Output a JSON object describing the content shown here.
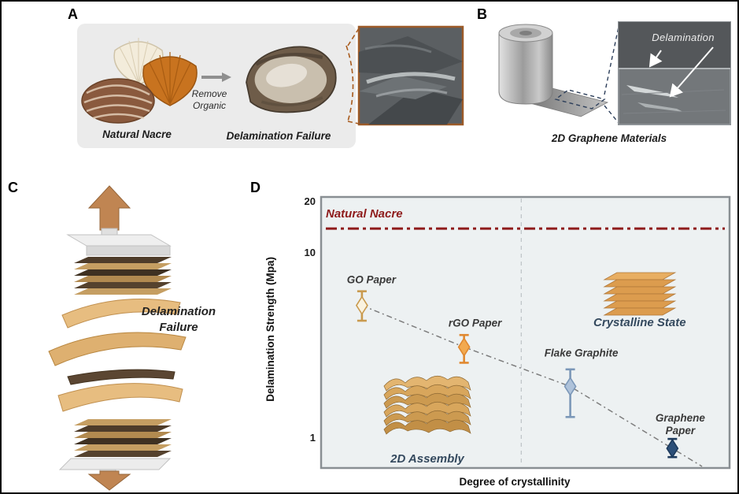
{
  "panel_a": {
    "label": "A",
    "shells_caption": "Natural Nacre",
    "arrow_label_line1": "Remove",
    "arrow_label_line2": "Organic",
    "failure_caption": "Delamination Failure"
  },
  "panel_b": {
    "label": "B",
    "inset_annotation": "Delamination",
    "caption": "2D Graphene Materials"
  },
  "panel_c": {
    "label": "C",
    "annotation_line1": "Delamination",
    "annotation_line2": "Failure"
  },
  "panel_d": {
    "label": "D"
  },
  "palette": {
    "connector_orange": "#a85a1c",
    "connector_navy": "#2c3e5a",
    "arrow_tan": "#c08552",
    "plot_bg": "#edf1f2",
    "plot_border": "#898f93",
    "region_label": "#34495e",
    "point_label": "#3a3a3a"
  },
  "chart_data": {
    "type": "scatter",
    "title": "",
    "xlabel": "Degree of crystallinity",
    "ylabel": "Delamination Strength (Mpa)",
    "y_scale": "log",
    "ylim": [
      0.69,
      20
    ],
    "yticks": [
      20,
      10,
      1
    ],
    "x_ticks_shown": false,
    "grid": false,
    "reference_line": {
      "label": "Natural Nacre",
      "value": 13.5,
      "style": "dash-dot",
      "color": "#8e1b1b"
    },
    "divider_x": 0.49,
    "trend_line": {
      "style": "dash-dot",
      "color": "#7d7d7d"
    },
    "series": [
      {
        "name": "GO Paper",
        "x": 0.1,
        "y": 5.2,
        "y_low": 4.3,
        "y_high": 6.2,
        "color": "#c99a4e",
        "fill": "#faf3e0",
        "label_offset": [
          12,
          -28
        ],
        "two_line": false
      },
      {
        "name": "rGO Paper",
        "x": 0.35,
        "y": 3.1,
        "y_low": 2.55,
        "y_high": 3.6,
        "color": "#e0882f",
        "fill": "#f2a94f",
        "label_offset": [
          14,
          -26
        ],
        "two_line": false
      },
      {
        "name": "Flake Graphite",
        "x": 0.61,
        "y": 1.9,
        "y_low": 1.3,
        "y_high": 2.35,
        "color": "#7b97b8",
        "fill": "#aec2da",
        "label_offset": [
          14,
          -38
        ],
        "two_line": false
      },
      {
        "name": "Graphene Paper",
        "x": 0.86,
        "y": 0.88,
        "y_low": 0.79,
        "y_high": 0.99,
        "color": "#1d3a5c",
        "fill": "#2c4f78",
        "label_offset": [
          10,
          -34
        ],
        "two_line": true
      }
    ],
    "regions": [
      {
        "label": "2D Assembly",
        "x": 0.26,
        "icon": "crumpled-stack"
      },
      {
        "label": "Crystalline State",
        "x": 0.78,
        "icon": "layered-stack"
      }
    ]
  }
}
